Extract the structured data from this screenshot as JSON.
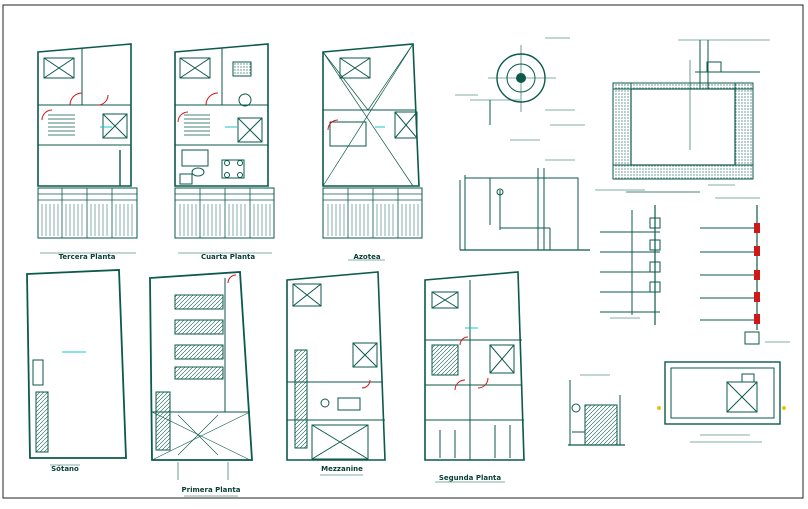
{
  "labels": {
    "tercera": "Tercera Planta",
    "cuarta": "Cuarta Planta",
    "azotea": "Azotea",
    "sotano": "Sótano",
    "primera": "Primera Planta",
    "mezzanine": "Mezzanine",
    "segunda": "Segunda Planta"
  },
  "colors": {
    "line": "#0b5a4a",
    "dark": "#083d33",
    "accent_red": "#d01818",
    "accent_cyan": "#18c0d0",
    "accent_yellow": "#d8c818",
    "background": "#ffffff"
  }
}
